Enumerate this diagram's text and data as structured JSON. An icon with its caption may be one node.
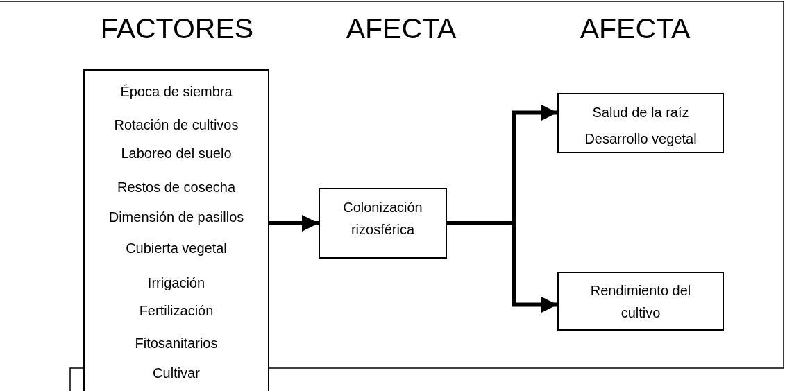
{
  "diagram": {
    "nodes": [
      {
        "text": [
          "Época de siembra",
          "Rotación de cultivos",
          "Laboreo del suelo",
          "Restos de cosecha",
          "Dimensión de pasillos",
          "Cubierta vegetal",
          "Irrigación",
          "Fertilización",
          "Fitosanitarios",
          "Cultivar"
        ]
      },
      {
        "text": [
          "Colonización rizosférica"
        ]
      },
      {
        "text": [
          "Salud de la raíz",
          "Desarrollo vegetal"
        ]
      },
      {
        "text": [
          "Rendimiento del cultivo"
        ]
      }
    ],
    "edges": [
      {
        "from": 0,
        "to": 1,
        "arrow": "to"
      },
      {
        "from": 1,
        "to": 2,
        "arrow": "to"
      },
      {
        "from": 1,
        "to": 3,
        "arrow": "to"
      }
    ],
    "labels": [
      "FACTORES",
      "AFECTA",
      "AFECTA"
    ]
  }
}
